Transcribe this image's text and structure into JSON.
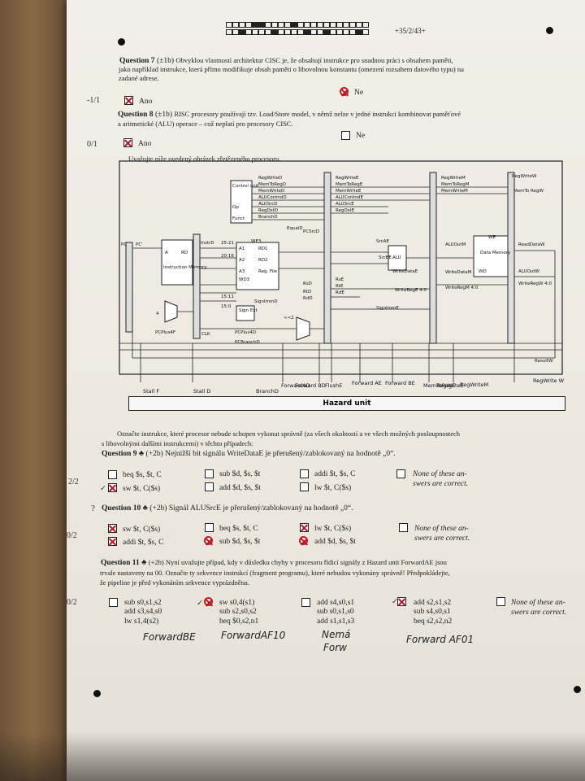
{
  "header": {
    "code": "+35/2/43+"
  },
  "q7": {
    "title": "Question 7",
    "points": "(±1b)",
    "text_l1": "Obvyklou vlastností architektur CISC je, že obsahují instrukce pro snadnou práci s obsahem paměti,",
    "text_l2": "jako například instrukce, která přímo modifikuje obsah paměti o libovolnou konstantu (omezení rozsahem datového typu) na",
    "text_l3": "zadané adrese.",
    "score": "-1/1",
    "opt_a": "Ano",
    "opt_b": "Ne"
  },
  "q8": {
    "title": "Question 8",
    "points": "(±1b)",
    "text_l1": "RISC procesory používají tzv. Load/Store model, v němž nelze v jedné instrukci kombinovat paměťové",
    "text_l2": "a aritmetické (ALU) operace – což neplatí pro procesory CISC.",
    "score": "0/1",
    "opt_a": "Ano",
    "opt_b": "Ne"
  },
  "intro": "Uvažujte níže uvedený obrázek zřetězeného procesoru.",
  "diagram": {
    "labels": [
      "RegWriteD",
      "MemToRegD",
      "MemWriteD",
      "ALUControlD",
      "ALUSrcD",
      "RegDstD",
      "BranchD",
      "Control unit",
      "Op",
      "Funct",
      "RegWriteE",
      "MemToRegE",
      "MemWriteE",
      "ALUControlE",
      "ALUSrcE",
      "RegDstE",
      "RegWriteM",
      "MemToRegM",
      "MemWriteM",
      "RegWriteW",
      "MemTo RegW",
      "EqualD",
      "PCSrcD",
      "PC'",
      "PC",
      "A",
      "RD",
      "Instruction Memory",
      "InstrD",
      "25:21",
      "20:16",
      "A1",
      "A2",
      "A3",
      "WD3",
      "RD1",
      "RD2",
      "Reg. File",
      "WE3",
      "15:11",
      "15:0",
      "Sign Ext",
      "SignImmD",
      "<<2",
      "PCPlus4F",
      "PCPlus4D",
      "PCBranchD",
      "RsD",
      "RtD",
      "RdD",
      "RsE",
      "RtE",
      "RdE",
      "SignImmE",
      "SrcAE",
      "SrcBE",
      "ALU",
      "WriteDataE",
      "WriteRegE 4:0",
      "ALUOutM",
      "WriteDataM",
      "WE",
      "Data Memory",
      "WD",
      "WriteRegM 4:0",
      "ReadDataW",
      "ALUOutW",
      "WriteRegW 4:0",
      "ResultW",
      "4",
      "CLK"
    ],
    "signals": [
      "Stall F",
      "Stall D",
      "BranchD",
      "ForwardAD",
      "Forward BD",
      "FlushE",
      "Forward AE",
      "Forward BE",
      "MemToRegE",
      "RegWriteE",
      "RegWriteM",
      "RegWrite W"
    ],
    "hazard": "Hazard unit"
  },
  "instr_intro_l1": "Označte instrukce, které procesor nebude schopen vykonat správně (za všech okolností a ve všech možných posloupnostech",
  "instr_intro_l2": "s libovolnými dalšími instrukcemi) v těchto případech:",
  "q9": {
    "title": "Question 9 ♣",
    "text": "(+2b) Nejnižší bit signálu WriteDataE je přerušený/zablokovaný na hodnotě „0“.",
    "score": "2/2",
    "mark": "✓",
    "options": [
      "beq $s, $t, C",
      "sw $t, C($s)",
      "sub $d, $s, $t",
      "add $d, $s, $t",
      "addi $t, $s, C",
      "lw $t, C($s)",
      "None of these an-",
      "swers are correct."
    ]
  },
  "q10": {
    "title": "Question 10 ♣",
    "mark": "?",
    "text": "(+2b) Signál ALUSrcE je přerušený/zablokovaný na hodnotě „0“.",
    "score": "0/2",
    "options": [
      "sw $t, C($s)",
      "addi $t, $s, C",
      "beq $s, $t, C",
      "sub $d, $s, $t",
      "lw $t, C($s)",
      "add $d, $s, $t",
      "None of these an-",
      "swers are correct."
    ]
  },
  "q11": {
    "title": "Question 11 ♣",
    "text_l1": "(+2b) Nyní uvažujte případ, kdy v důsledku chyby v procesoru řídicí signály z Hazard unit ForwardAE jsou",
    "text_l2": "trvale nastaveny na 00. Označte ty sekvence instrukcí (fragment programu), které nebudou vykonány správně! Předpokládejte,",
    "text_l3": "že pipeline je před vykonáním sekvence vyprázdněna.",
    "score": "0/2",
    "opt1": [
      "sub s0,s1,s2",
      "add s3,s4,s0",
      "lw s1,4(s2)"
    ],
    "opt2": [
      "sw s0,4(s1)",
      "sub s2,s0,s2",
      "beq $0,s2,n1"
    ],
    "opt3": [
      "add s4,s0,s1",
      "sub s0,s1,s0",
      "add s1,s1,s3"
    ],
    "opt4": [
      "add s2,s1,s2",
      "sub s4,s0,s1",
      "beq s2,s2,n2"
    ],
    "opt5": [
      "None of these an-",
      "swers are correct."
    ],
    "hand1": "ForwardBE",
    "hand2": "ForwardAF10",
    "hand3": "Nemá",
    "hand3b": "Forw",
    "hand4": "Forward AF01",
    "mark2": "✓",
    "mark4": "✓"
  }
}
